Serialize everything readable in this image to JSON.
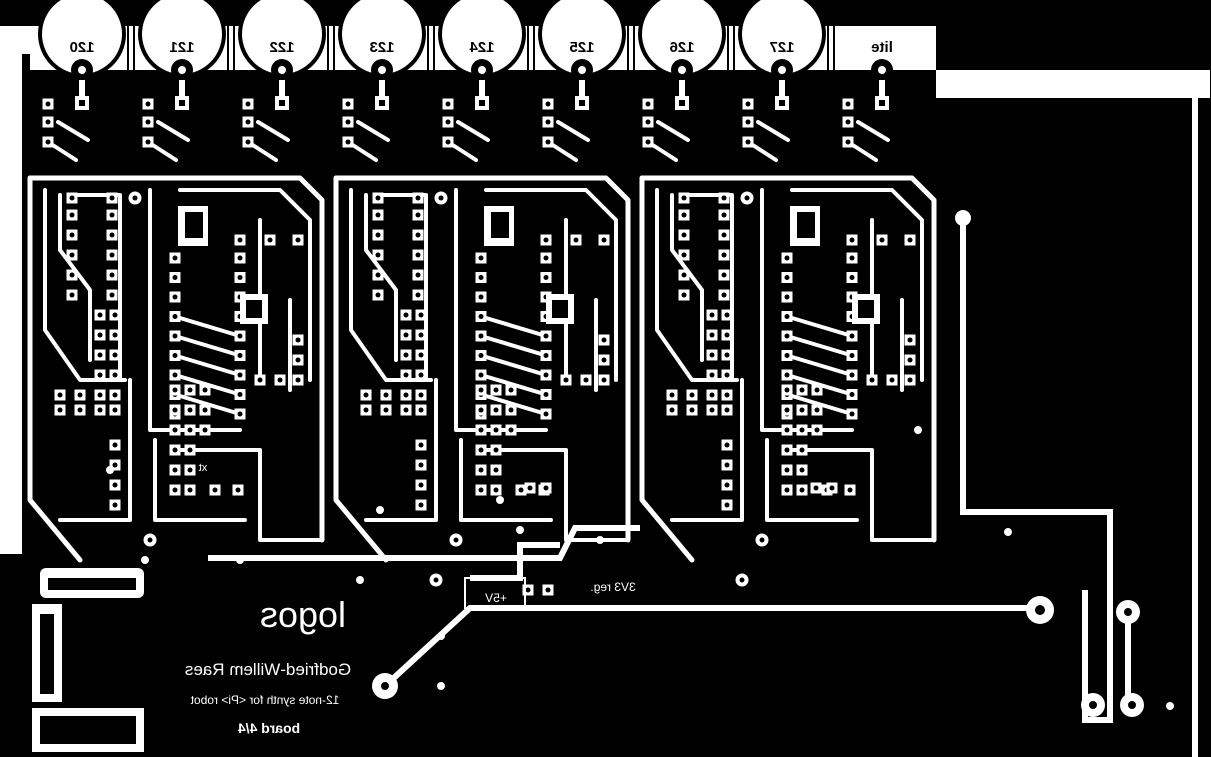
{
  "board": {
    "connector_labels": [
      "120",
      "121",
      "122",
      "123",
      "124",
      "125",
      "126",
      "127",
      "lite"
    ],
    "logo_text": "logos",
    "author": "Godfried-Willem Raes",
    "subtitle": "12-note synth for <Pi> robot",
    "board_id": "board 4/4",
    "regulator_label": "3V3 reg.",
    "supply_label": "+5V",
    "xtal_label": "xt"
  },
  "colors": {
    "background": "#000000",
    "copper": "#ffffff"
  }
}
